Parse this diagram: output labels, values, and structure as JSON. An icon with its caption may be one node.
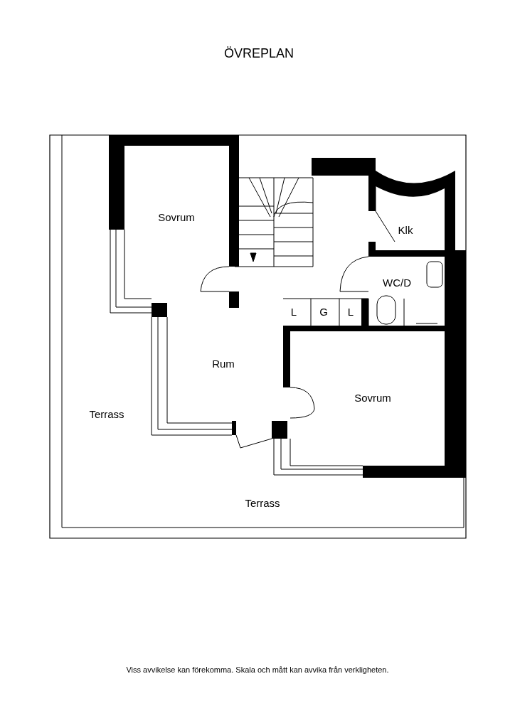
{
  "diagram": {
    "title": "ÖVREPLAN",
    "caption": "Viss avvikelse kan förekomma. Skala och mått kan avvika från verkligheten.",
    "labels": [
      "Sovrum",
      "Klk",
      "WC/D",
      "L",
      "G",
      "L",
      "Rum",
      "Sovrum",
      "Terrass",
      "Terrass"
    ]
  }
}
